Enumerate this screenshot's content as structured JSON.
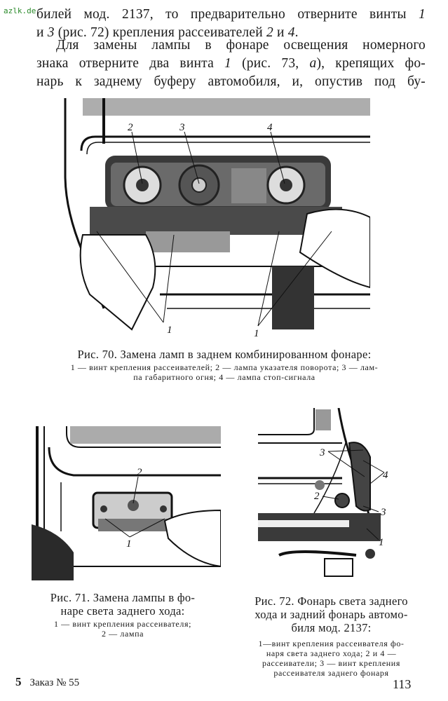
{
  "watermark": "azlk.de",
  "paragraphs": {
    "p1": {
      "line1_a": "билей мод. 2137, то предварительно отверните винты ",
      "line1_num": "1",
      "line2_a": "и ",
      "line2_num1": "3",
      "line2_b": " (рис. 72) крепления рассеивателей ",
      "line2_num2": "2",
      "line2_c": " и ",
      "line2_num3": "4",
      "line2_d": "."
    },
    "p2": {
      "line1": "Для замены лампы в фонаре освещения номерного",
      "line2_a": "знака отверните два винта ",
      "line2_num": "1",
      "line2_b": " (рис. 73, ",
      "line2_letter": "а",
      "line2_c": "), крепящих фо-",
      "line3": "нарь к заднему буферу автомобиля, и, опустив под бу-"
    }
  },
  "figures": {
    "fig70": {
      "callouts": [
        "2",
        "3",
        "4",
        "1",
        "1"
      ],
      "title": "Рис. 70. Замена ламп в заднем комбинированном фонаре:",
      "legend_line1": "1 — винт крепления рассеивателей; 2 — лампа указателя поворота; 3 — лам-",
      "legend_line2": "па габаритного огня; 4 — лампа стоп-сигнала"
    },
    "fig71": {
      "callouts": [
        "2",
        "1"
      ],
      "title_line1": "Рис. 71. Замена лампы в фо-",
      "title_line2": "наре света заднего хода:",
      "legend_line1": "1 — винт крепления рассеивателя;",
      "legend_line2": "2 — лампа"
    },
    "fig72": {
      "callouts": [
        "3",
        "4",
        "2",
        "3",
        "1"
      ],
      "title_line1": "Рис. 72. Фонарь света заднего",
      "title_line2": "хода и задний фонарь автомо-",
      "title_line3": "биля мод. 2137:",
      "legend_line1": "1—винт крепления рассеивателя фо-",
      "legend_line2": "наря света заднего хода; 2 и 4 —",
      "legend_line3": "рассеиватели; 3 — винт крепления",
      "legend_line4": "рассеивателя заднего фонаря"
    }
  },
  "footer": {
    "signature_number": "5",
    "order_label": "Заказ № 55",
    "page_number": "113"
  }
}
